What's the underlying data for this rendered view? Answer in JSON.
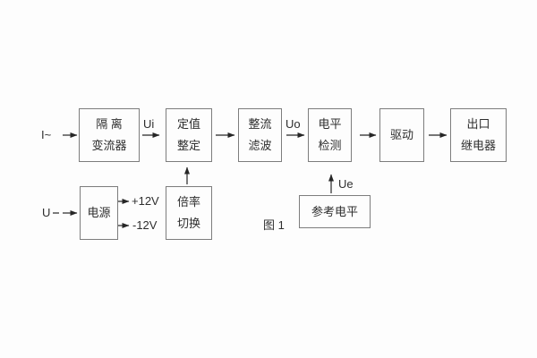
{
  "figure": {
    "caption": "图 1"
  },
  "colors": {
    "background": "#fdfdfd",
    "box_border": "#7d7d7d",
    "text": "#2e2e2e",
    "arrow": "#262626"
  },
  "blocks": {
    "isolation_transformer": {
      "line1": "隔 离",
      "line2": "变流器"
    },
    "setting_adjust": {
      "line1": "定值",
      "line2": "整定"
    },
    "rectify_filter": {
      "line1": "整流",
      "line2": "滤波"
    },
    "level_detect": {
      "line1": "电平",
      "line2": "检测"
    },
    "drive": {
      "label": "驱动"
    },
    "output_relay": {
      "line1": "出口",
      "line2": "继电器"
    },
    "power_supply": {
      "label": "电源"
    },
    "ratio_switch": {
      "line1": "倍率",
      "line2": "切换"
    },
    "reference_level": {
      "label": "参考电平"
    }
  },
  "signals": {
    "input_current": "I~",
    "input_voltage": "U",
    "ui": "Ui",
    "uo": "Uo",
    "ue": "Ue",
    "plus_12v": "+12V",
    "minus_12v": "-12V"
  }
}
